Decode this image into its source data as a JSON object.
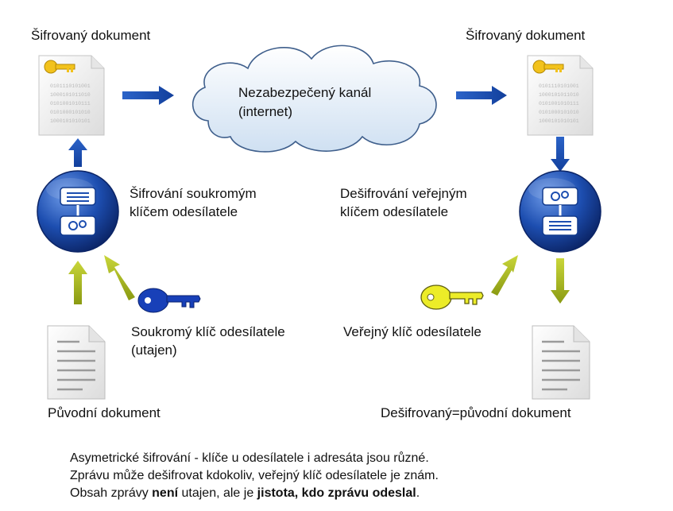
{
  "sender": {
    "encrypted_doc_label": "Šifrovaný dokument",
    "encrypt_step": [
      "Šifrování soukromým",
      "klíčem odesílatele"
    ],
    "private_key_label": [
      "Soukromý klíč odesílatele",
      "(utajen)"
    ],
    "original_doc_label": "Původní dokument"
  },
  "channel": {
    "label": [
      "Nezabezpečený kanál",
      "(internet)"
    ]
  },
  "receiver": {
    "encrypted_doc_label": "Šifrovaný dokument",
    "decrypt_step": [
      "Dešifrování veřejným",
      "klíčem odesílatele"
    ],
    "public_key_label": "Veřejný klíč odesílatele",
    "decrypted_doc_label": "Dešifrovaný=původní dokument"
  },
  "cipher_text": [
    "0101110101001",
    "1000101011010",
    "0101001010111",
    "0101000101010",
    "1000101010101"
  ],
  "notes": {
    "line1": "Asymetrické šifrování - klíče u odesílatele i adresáta jsou různé.",
    "line2": "Zprávu může dešifrovat kdokoliv, veřejný klíč odesílatele je znám.",
    "line3_a": "Obsah zprávy ",
    "line3_b": "není",
    "line3_c": " utajen, ale je ",
    "line3_d": "jistota, kdo zprávu odeslal",
    "line3_e": "."
  },
  "colors": {
    "arrow_blue": "#1a4fb0",
    "arrow_green": "#a8b81a",
    "key_blue": "#1840b8",
    "key_yellow": "#ecec28",
    "doc_key_gold": "#f2c21c",
    "globe_blue": "#163f96"
  }
}
